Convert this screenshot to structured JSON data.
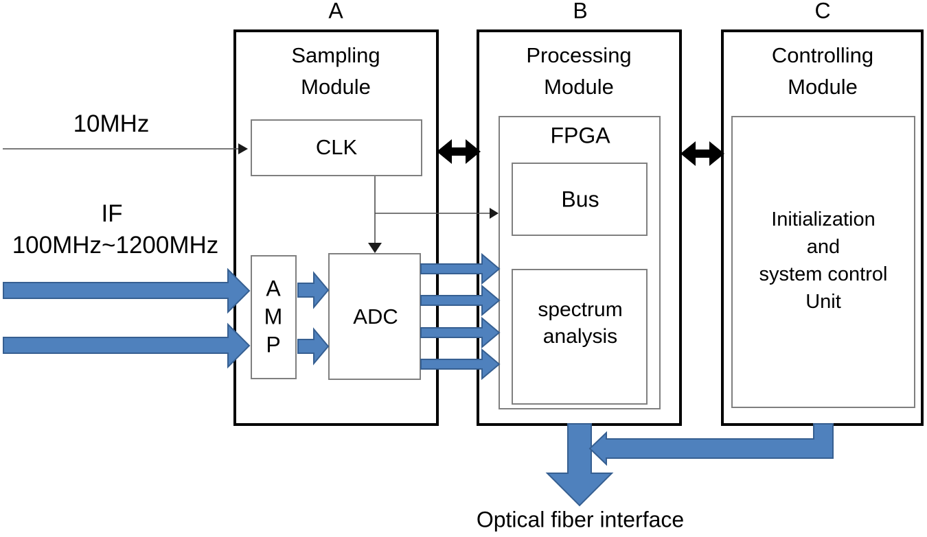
{
  "section_labels": {
    "a": "A",
    "b": "B",
    "c": "C"
  },
  "sampling": {
    "title": [
      "Sampling",
      "Module"
    ],
    "clk": "CLK",
    "amp": [
      "A",
      "M",
      "P"
    ],
    "adc": "ADC"
  },
  "processing": {
    "title": [
      "Processing",
      "Module"
    ],
    "fpga": "FPGA",
    "bus": "Bus",
    "spectrum": [
      "spectrum",
      "analysis"
    ]
  },
  "controlling": {
    "title": [
      "Controlling",
      "Module"
    ],
    "unit": [
      "Initialization",
      "and",
      "system control",
      "Unit"
    ]
  },
  "inputs": {
    "reference_clock": "10MHz",
    "if_label": "IF",
    "if_range": "100MHz~1200MHz"
  },
  "output": {
    "label": "Optical fiber interface"
  },
  "colors": {
    "arrow_fill": "#4f81bd",
    "arrow_stroke": "#365f91",
    "black": "#000000",
    "box_border": "#7f7f7f"
  }
}
